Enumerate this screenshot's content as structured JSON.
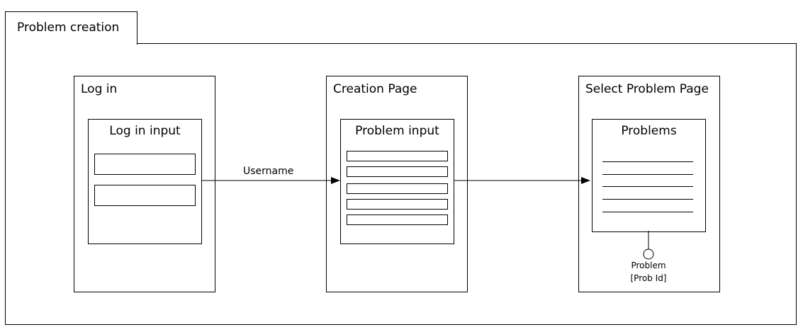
{
  "package": {
    "tab_label": "Problem creation"
  },
  "pages": {
    "login": {
      "title": "Log in",
      "panel_title": "Log in input"
    },
    "creation": {
      "title": "Creation Page",
      "panel_title": "Problem input"
    },
    "select": {
      "title": "Select Problem Page",
      "panel_title": "Problems"
    }
  },
  "connectors": {
    "login_to_creation": {
      "label": "Username"
    }
  },
  "interface": {
    "label_line1": "Problem",
    "label_line2": "[Prob Id]"
  }
}
